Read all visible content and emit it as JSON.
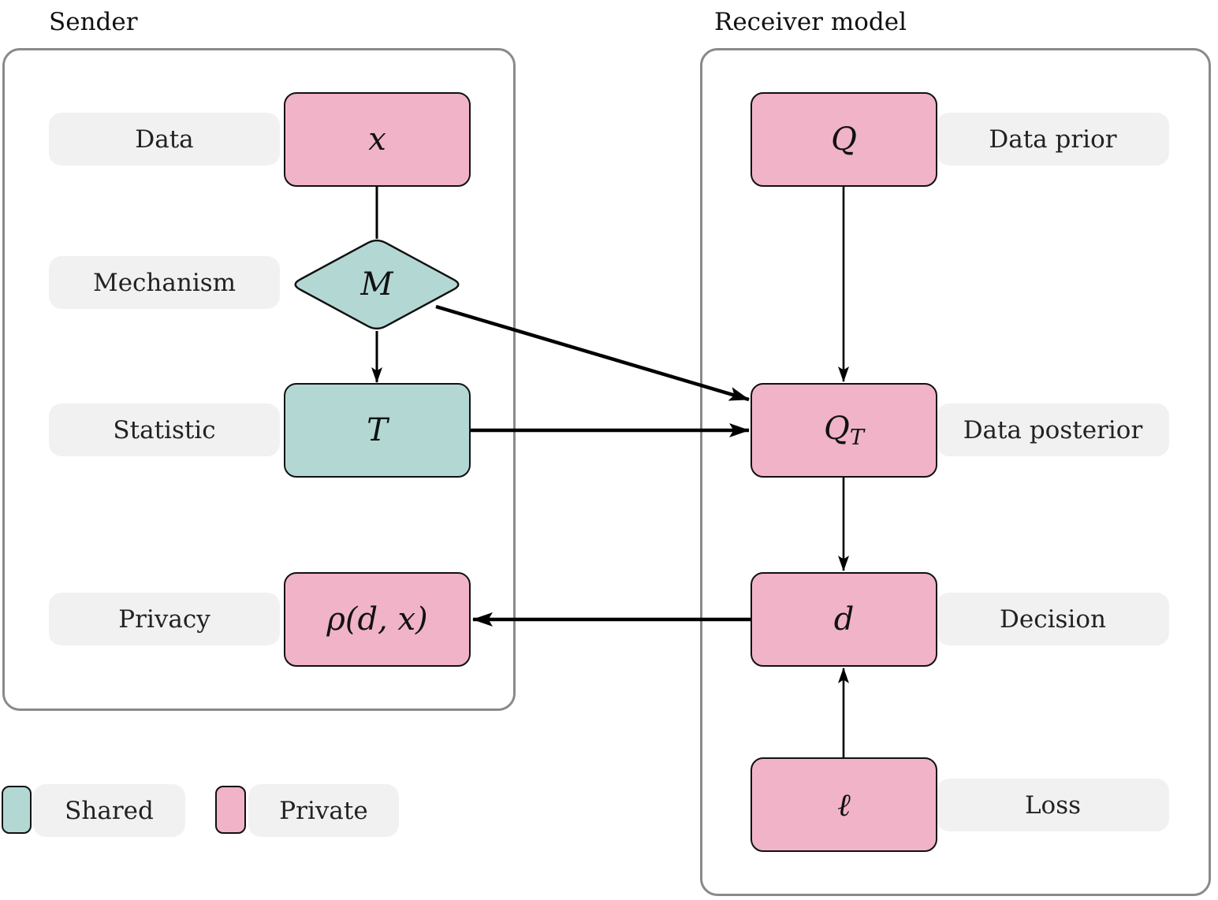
{
  "titles": {
    "sender": "Sender",
    "receiver": "Receiver model"
  },
  "row_labels": {
    "data": "Data",
    "mechanism": "Mechanism",
    "statistic": "Statistic",
    "privacy": "Privacy",
    "data_prior": "Data prior",
    "data_posterior": "Data posterior",
    "decision": "Decision",
    "loss": "Loss"
  },
  "nodes": {
    "data": "x",
    "mechanism": "M",
    "statistic": "T",
    "privacy": "ρ(d, x)",
    "prior": "Q",
    "posterior_base": "Q",
    "posterior_sub": "T",
    "decision": "d",
    "loss": "ℓ"
  },
  "legend": {
    "shared": "Shared",
    "private": "Private"
  },
  "colors": {
    "shared": "#b3d8d4",
    "private": "#f0b3c8",
    "label_bg": "#f1f1f1",
    "frame_border": "#8a8a8a",
    "node_border": "#111111",
    "arrow": "#000000"
  }
}
